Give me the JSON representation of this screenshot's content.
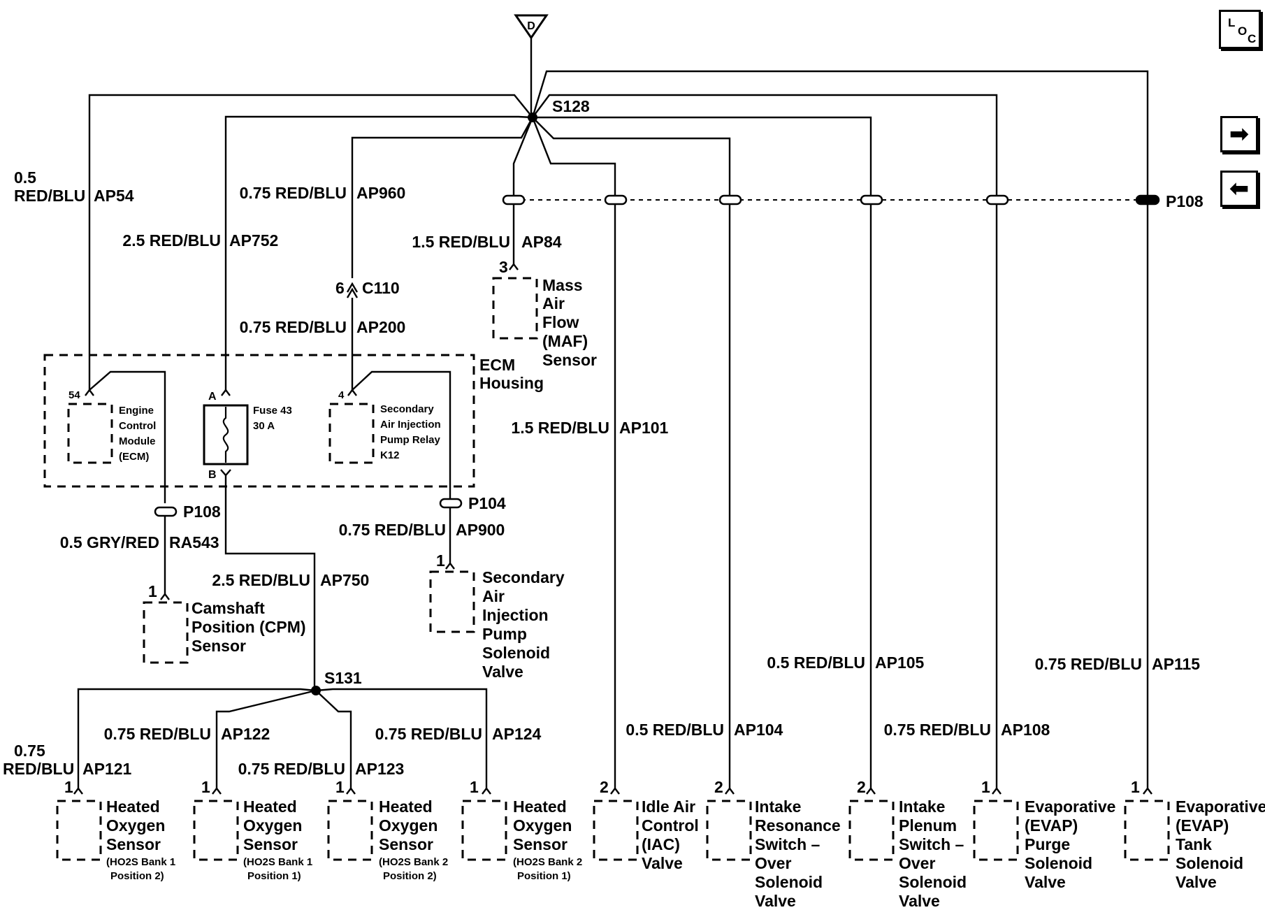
{
  "nav": {
    "loc_l": "L",
    "loc_o": "O",
    "loc_c": "C",
    "next_glyph": "➡",
    "prev_glyph": "⬅",
    "next_icon": "arrow-right-icon",
    "prev_icon": "arrow-left-icon",
    "loc_icon": "location-icon"
  },
  "ground": {
    "label": "D"
  },
  "splices": {
    "s128": "S128",
    "s131": "S131"
  },
  "connectors": {
    "p108_main": "P108",
    "p108_ecm": "P108",
    "p104": "P104",
    "c110": "C110",
    "c110_pin": "6"
  },
  "housing": {
    "line1": "ECM",
    "line2": "Housing"
  },
  "wires": {
    "ap54_size": "0.5",
    "ap54_color": "RED/BLU",
    "ap54_circuit": "AP54",
    "ap752": "2.5 RED/BLU",
    "ap752_circuit": "AP752",
    "ap960": "0.75 RED/BLU",
    "ap960_circuit": "AP960",
    "ap200": "0.75 RED/BLU",
    "ap200_circuit": "AP200",
    "ap84": "1.5 RED/BLU",
    "ap84_circuit": "AP84",
    "ap101": "1.5 RED/BLU",
    "ap101_circuit": "AP101",
    "ra543": "0.5 GRY/RED",
    "ra543_circuit": "RA543",
    "ap900": "0.75 RED/BLU",
    "ap900_circuit": "AP900",
    "ap750": "2.5 RED/BLU",
    "ap750_circuit": "AP750",
    "ap121_size": "0.75",
    "ap121_color": "RED/BLU",
    "ap121_circuit": "AP121",
    "ap122": "0.75 RED/BLU",
    "ap122_circuit": "AP122",
    "ap123": "0.75 RED/BLU",
    "ap123_circuit": "AP123",
    "ap124": "0.75 RED/BLU",
    "ap124_circuit": "AP124",
    "ap104": "0.5 RED/BLU",
    "ap104_circuit": "AP104",
    "ap105": "0.5 RED/BLU",
    "ap105_circuit": "AP105",
    "ap108": "0.75 RED/BLU",
    "ap108_circuit": "AP108",
    "ap115": "0.75 RED/BLU",
    "ap115_circuit": "AP115"
  },
  "components": {
    "ecm": {
      "pin": "54",
      "lines": [
        "Engine",
        "Control",
        "Module",
        "(ECM)"
      ]
    },
    "fuse": {
      "pin_a": "A",
      "pin_b": "B",
      "lines": [
        "Fuse 43",
        "30 A"
      ]
    },
    "relay": {
      "pin": "4",
      "lines": [
        "Secondary",
        "Air Injection",
        "Pump Relay",
        "K12"
      ]
    },
    "maf": {
      "pin": "3",
      "lines": [
        "Mass",
        "Air",
        "Flow",
        "(MAF)",
        "Sensor"
      ]
    },
    "cmp": {
      "pin": "1",
      "lines": [
        "Camshaft",
        "Position (CPM)",
        "Sensor"
      ]
    },
    "air_sol": {
      "pin": "1",
      "lines": [
        "Secondary",
        "Air",
        "Injection",
        "Pump",
        "Solenoid",
        "Valve"
      ]
    },
    "ho2s_b1p2": {
      "pin": "1",
      "lines": [
        "Heated",
        "Oxygen",
        "Sensor"
      ],
      "sub": [
        "(HO2S Bank 1",
        "Position 2)"
      ]
    },
    "ho2s_b1p1": {
      "pin": "1",
      "lines": [
        "Heated",
        "Oxygen",
        "Sensor"
      ],
      "sub": [
        "(HO2S Bank 1",
        "Position 1)"
      ]
    },
    "ho2s_b2p2": {
      "pin": "1",
      "lines": [
        "Heated",
        "Oxygen",
        "Sensor"
      ],
      "sub": [
        "(HO2S Bank 2",
        "Position 2)"
      ]
    },
    "ho2s_b2p1": {
      "pin": "1",
      "lines": [
        "Heated",
        "Oxygen",
        "Sensor"
      ],
      "sub": [
        "(HO2S Bank 2",
        "Position 1)"
      ]
    },
    "iac": {
      "pin": "2",
      "lines": [
        "Idle Air",
        "Control",
        "(IAC)",
        "Valve"
      ]
    },
    "resonance": {
      "pin": "2",
      "lines": [
        "Intake",
        "Resonance",
        "Switch –",
        "Over",
        "Solenoid",
        "Valve"
      ]
    },
    "plenum": {
      "pin": "2",
      "lines": [
        "Intake",
        "Plenum",
        "Switch –",
        "Over",
        "Solenoid",
        "Valve"
      ]
    },
    "evap_purge": {
      "pin": "1",
      "lines": [
        "Evaporative",
        "(EVAP)",
        "Purge",
        "Solenoid",
        "Valve"
      ]
    },
    "evap_tank": {
      "pin": "1",
      "lines": [
        "Evaporative",
        "(EVAP)",
        "Tank",
        "Solenoid",
        "Valve"
      ]
    }
  }
}
